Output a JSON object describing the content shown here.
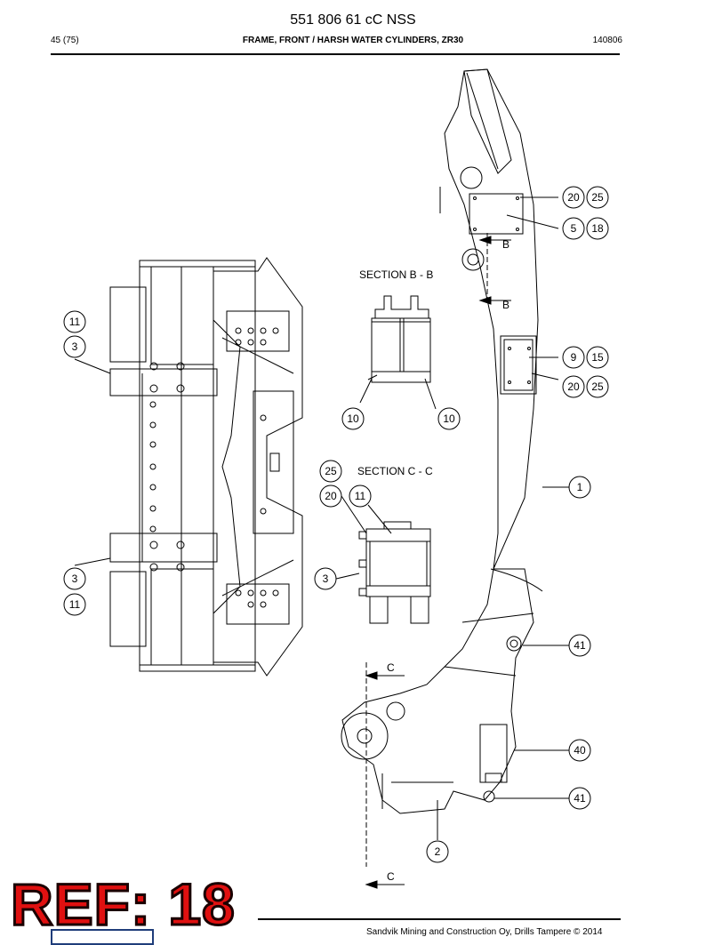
{
  "header": {
    "doc_title": "551 806 61 cC NSS",
    "page": "45 (75)",
    "section_title": "FRAME, FRONT / HARSH WATER CYLINDERS, ZR30",
    "code": "140806"
  },
  "sections": {
    "b": "SECTION B - B",
    "c": "SECTION C - C"
  },
  "markers": {
    "b_top": "B",
    "b_bottom": "B",
    "c_top": "C",
    "c_bottom": "C"
  },
  "callouts": {
    "c1": "20",
    "c2": "25",
    "c3": "5",
    "c4": "18",
    "c5": "9",
    "c6": "15",
    "c7": "20",
    "c8": "25",
    "c9": "1",
    "c10": "41",
    "c11": "40",
    "c12": "41",
    "c13": "2",
    "c14": "11",
    "c15": "3",
    "c16": "3",
    "c17": "11",
    "c18": "10",
    "c19": "10",
    "c20": "25",
    "c21": "20",
    "c22": "11",
    "c23": "3"
  },
  "stamp": "REF: 18",
  "footer": {
    "copyright": "Sandvik Mining and Construction Oy, Drills Tampere © 2014"
  },
  "colors": {
    "stamp": "#e01010",
    "logo": "#1f3d7a"
  }
}
